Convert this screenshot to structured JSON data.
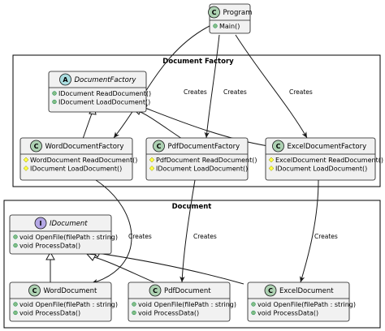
{
  "colors": {
    "class_fill": "#f1f1f1",
    "class_stroke": "#181818",
    "circle_class": "#add1b2",
    "circle_abstract": "#a9dcdf",
    "circle_interface": "#b4a7e5",
    "public_marker": "#84be84",
    "protected_marker": "#ffff44"
  },
  "packages": {
    "factory": {
      "title": "Document Factory"
    },
    "document": {
      "title": "Document"
    }
  },
  "classes": {
    "program": {
      "stereotype": "C",
      "name": "Program",
      "members": [
        "Main()"
      ]
    },
    "document_factory": {
      "stereotype": "A",
      "name": "DocumentFactory",
      "members": [
        "IDocument ReadDocument()",
        "IDocument LoadDocument()"
      ]
    },
    "word_factory": {
      "stereotype": "C",
      "name": "WordDocumentFactory",
      "members": [
        "WordDocument ReadDocument()",
        "IDocument LoadDocument()"
      ]
    },
    "pdf_factory": {
      "stereotype": "C",
      "name": "PdfDocumentFactory",
      "members": [
        "PdfDocument ReadDocument()",
        "IDocument LoadDocument()"
      ]
    },
    "excel_factory": {
      "stereotype": "C",
      "name": "ExcelDocumentFactory",
      "members": [
        "ExcelDocument ReadDocument()",
        "IDocument LoadDocument()"
      ]
    },
    "idocument": {
      "stereotype": "I",
      "name": "IDocument",
      "members": [
        "void OpenFile(filePath : string)",
        "void ProcessData()"
      ]
    },
    "word_document": {
      "stereotype": "C",
      "name": "WordDocument",
      "members": [
        "void OpenFile(filePath : string)",
        "void ProcessData()"
      ]
    },
    "pdf_document": {
      "stereotype": "C",
      "name": "PdfDocument",
      "members": [
        "void OpenFile(filePath : string)",
        "void ProcessData()"
      ]
    },
    "excel_document": {
      "stereotype": "C",
      "name": "ExcelDocument",
      "members": [
        "void OpenFile(filePath : string)",
        "void ProcessData()"
      ]
    }
  },
  "edge_labels": {
    "program_word": "Creates",
    "program_pdf": "Creates",
    "program_excel": "Creates",
    "word_factory_doc": "Creates",
    "pdf_factory_doc": "Creates",
    "excel_factory_doc": "Creates"
  }
}
